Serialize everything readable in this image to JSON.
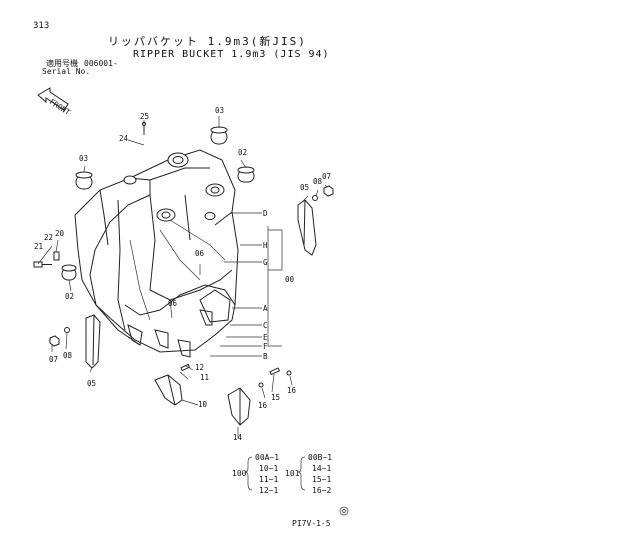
{
  "page_number": "313",
  "title_jp": "リッパバケット 1.9m3(新JIS)",
  "title_en": "RIPPER BUCKET 1.9m3 (JIS 94)",
  "serial": {
    "label_jp": "適用号機",
    "value": "006001-",
    "label_en": "Serial No."
  },
  "front_label": "FRONT",
  "letters": [
    "D",
    "H",
    "G",
    "A",
    "C",
    "E",
    "F",
    "B"
  ],
  "part_labels": {
    "p25": "25",
    "p24": "24",
    "p03a": "03",
    "p03b": "03",
    "p02a": "02",
    "p02b": "02",
    "p22": "22",
    "p20": "20",
    "p21": "21",
    "p05a": "05",
    "p05b": "05",
    "p08a": "08",
    "p08b": "08",
    "p07a": "07",
    "p07b": "07",
    "p06a": "06",
    "p06b": "06",
    "p00": "00",
    "p12": "12",
    "p11": "11",
    "p10": "10",
    "p14": "14",
    "p15": "15",
    "p16a": "16",
    "p16b": "16"
  },
  "kit_100": {
    "num": "100",
    "rows": [
      "00A~1",
      "10~1",
      "11~1",
      "12~1"
    ]
  },
  "kit_101": {
    "num": "101",
    "rows": [
      "00B~1",
      "14~1",
      "15~1",
      "16~2"
    ]
  },
  "footer_code": "PI7V-1-5"
}
